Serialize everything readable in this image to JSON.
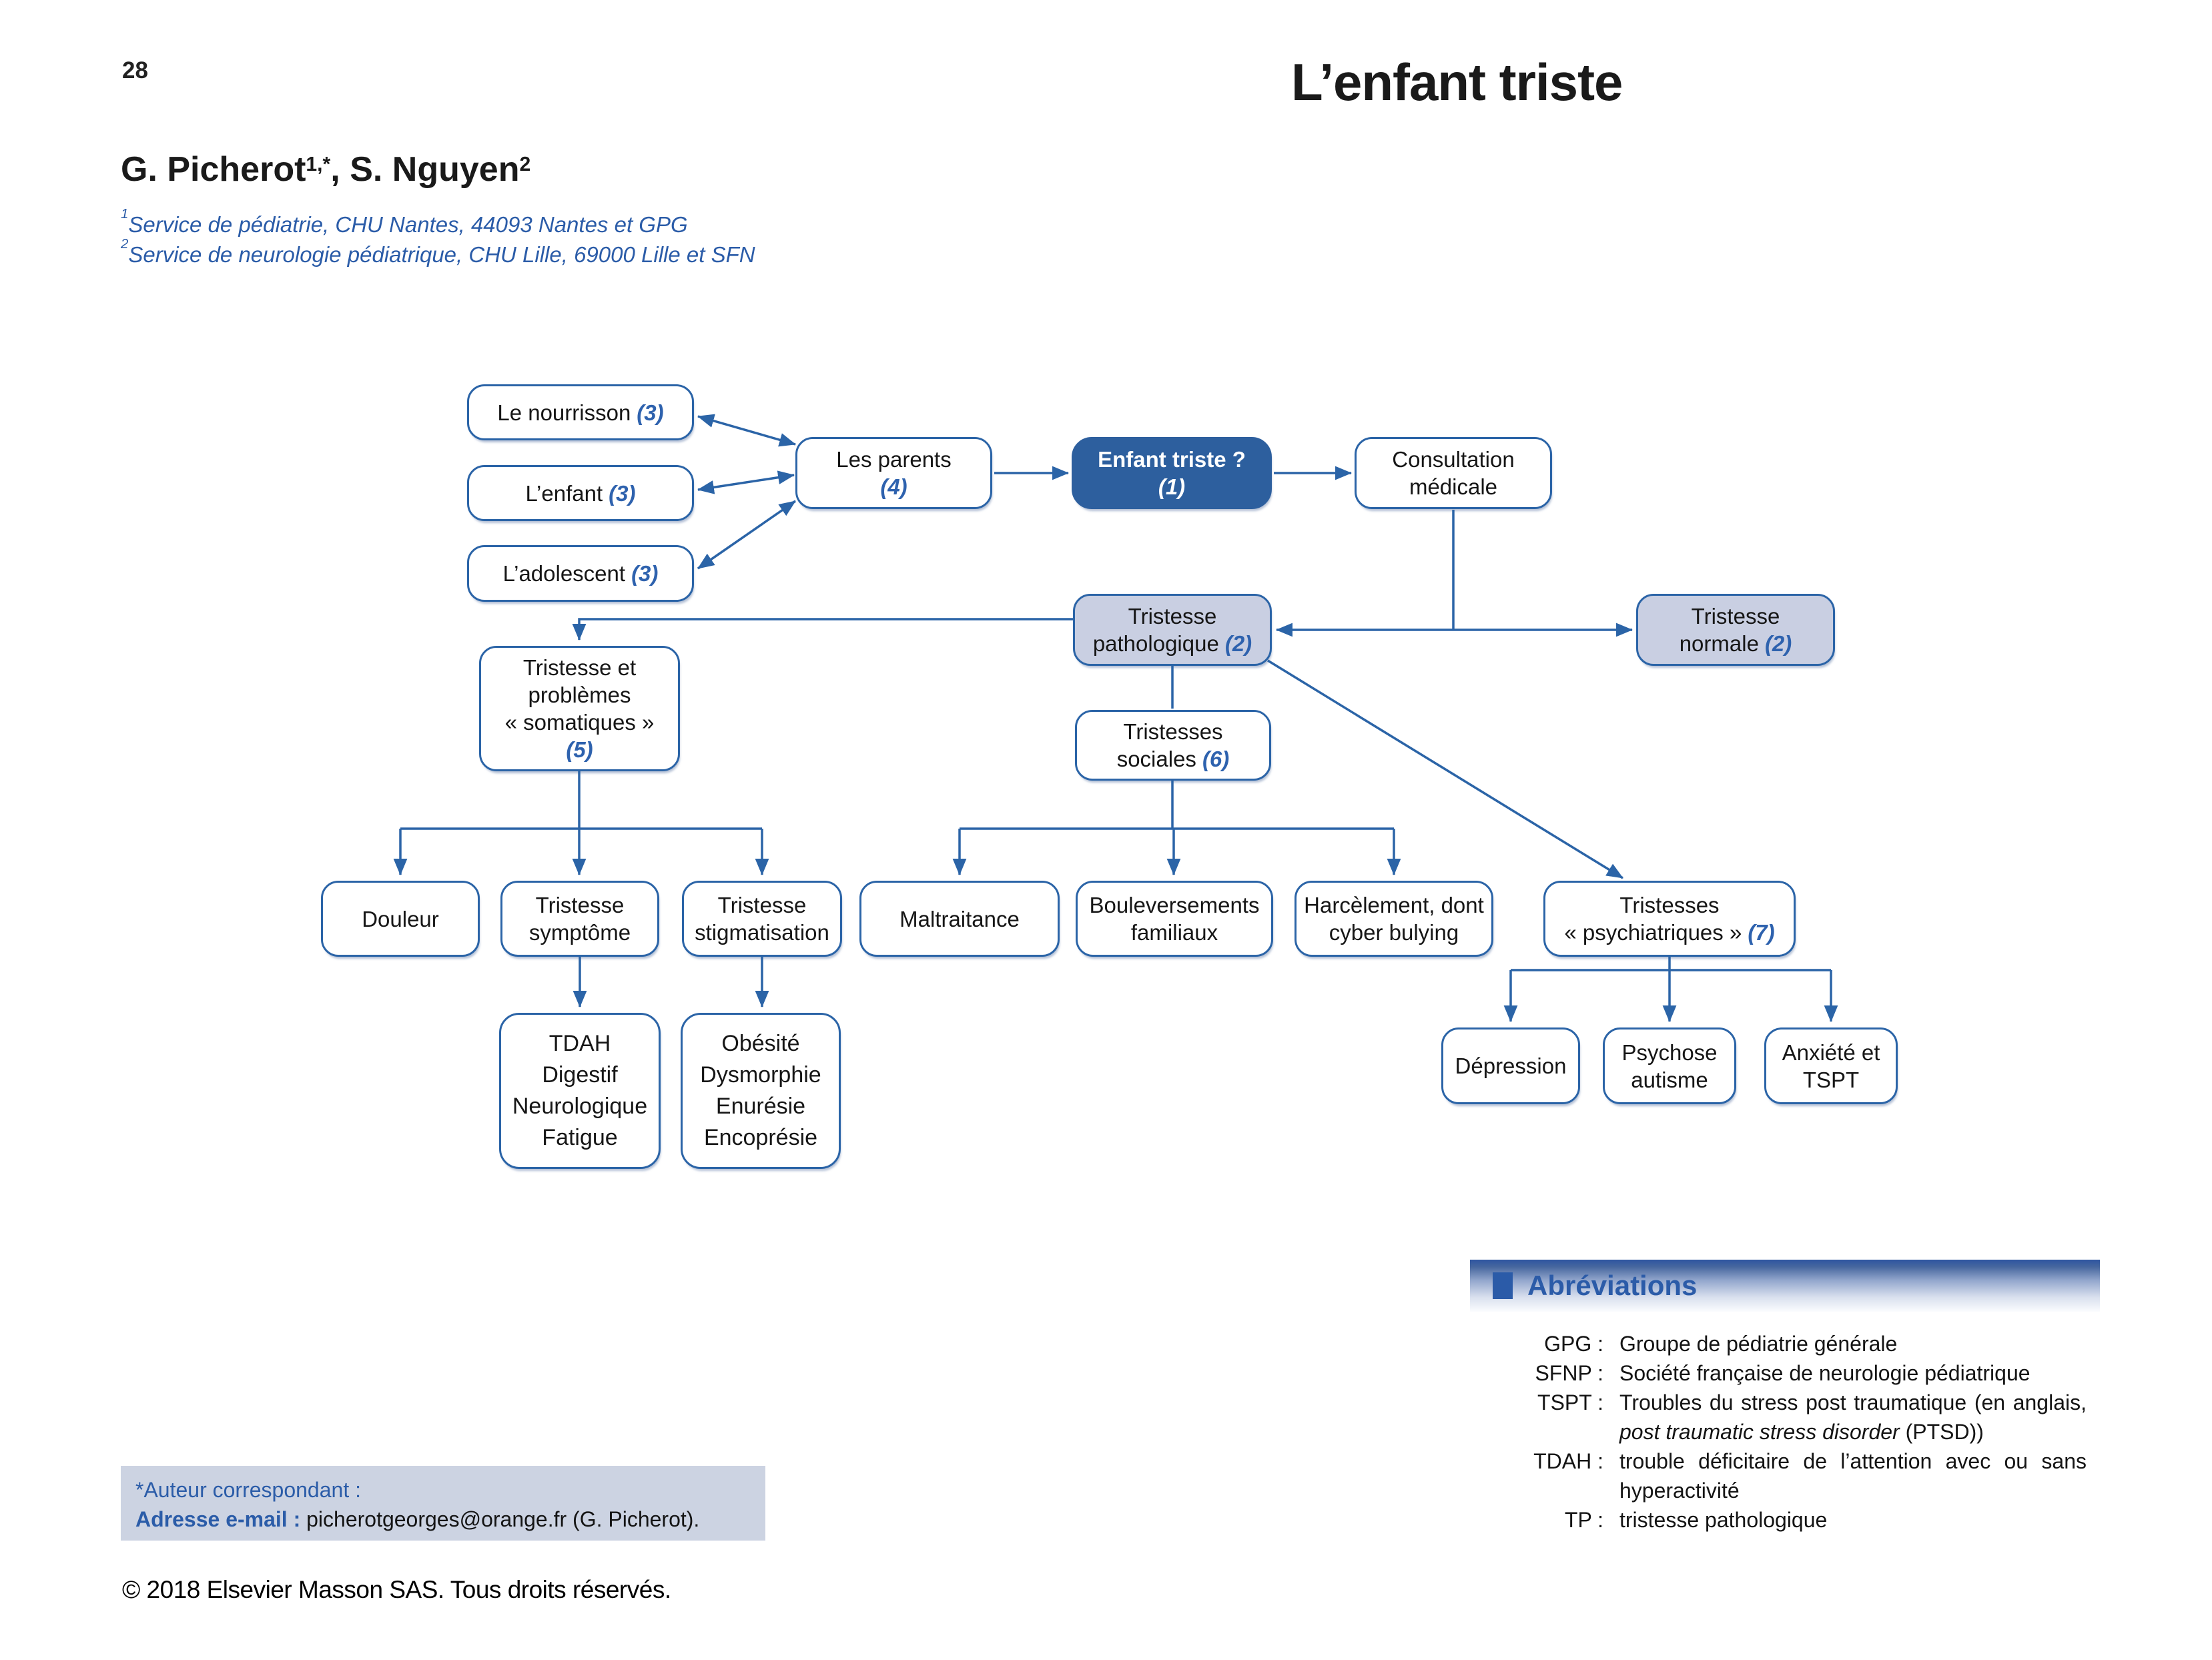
{
  "page": {
    "page_number": "28",
    "title": "L’enfant triste",
    "authors": {
      "name1": "G. Picherot",
      "sup1": "1,*",
      "separator": ", ",
      "name2": "S. Nguyen",
      "sup2": "2"
    },
    "affiliations": [
      {
        "sup": "1",
        "text": "Service de pédiatrie, CHU Nantes, 44093 Nantes et GPG"
      },
      {
        "sup": "2",
        "text": "Service de neurologie pédiatrique, CHU Lille, 69000 Lille et SFN"
      }
    ],
    "copyright": "© 2018 Elsevier Masson SAS. Tous droits réservés."
  },
  "diagram": {
    "nodes": {
      "nourrisson": {
        "text": "Le nourrisson",
        "num": "(3)"
      },
      "enfant": {
        "text": "L’enfant",
        "num": "(3)"
      },
      "adolescent": {
        "text": "L’adolescent",
        "num": "(3)"
      },
      "parents": {
        "line1": "Les parents",
        "num": "(4)"
      },
      "enfant_triste": {
        "line1": "Enfant triste ?",
        "num": "(1)"
      },
      "consultation": {
        "line1": "Consultation",
        "line2": "médicale"
      },
      "pathologique": {
        "line1": "Tristesse",
        "line2": "pathologique",
        "num": "(2)"
      },
      "normale": {
        "line1": "Tristesse",
        "line2": "normale",
        "num": "(2)"
      },
      "somatiques": {
        "line1": "Tristesse et",
        "line2": "problèmes",
        "line3": "« somatiques »",
        "num": "(5)"
      },
      "sociales": {
        "line1": "Tristesses",
        "line2": "sociales",
        "num": "(6)"
      },
      "douleur": {
        "line1": "Douleur"
      },
      "symptome": {
        "line1": "Tristesse",
        "line2": "symptôme"
      },
      "stigmatisation": {
        "line1": "Tristesse",
        "line2": "stigmatisation"
      },
      "maltraitance": {
        "line1": "Maltraitance"
      },
      "bouleversements": {
        "line1": "Bouleversements",
        "line2": "familiaux"
      },
      "harcelement": {
        "line1": "Harcèlement, dont",
        "line2": "cyber bulying"
      },
      "psychiatriques": {
        "line1": "Tristesses",
        "line2": "« psychiatriques »",
        "num": "(7)"
      },
      "tdah": {
        "line1": "TDAH",
        "line2": "Digestif",
        "line3": "Neurologique",
        "line4": "Fatigue"
      },
      "obesite": {
        "line1": "Obésité",
        "line2": "Dysmorphie",
        "line3": "Enurésie",
        "line4": "Encoprésie"
      },
      "depression": {
        "line1": "Dépression"
      },
      "psychose": {
        "line1": "Psychose",
        "line2": "autisme"
      },
      "anxiete": {
        "line1": "Anxiété et",
        "line2": "TSPT"
      }
    }
  },
  "abbreviations": {
    "title": "Abréviations",
    "items": [
      {
        "abbr": "GPG :",
        "def": "Groupe de pédiatrie générale"
      },
      {
        "abbr": "SFNP :",
        "def": "Société française de neurologie pédiatrique"
      },
      {
        "abbr": "TSPT :",
        "def_part1": "Troubles du stress post traumatique (en anglais, ",
        "def_italic": "post traumatic stress disorder",
        "def_part2": " (PTSD))"
      },
      {
        "abbr": "TDAH :",
        "def": "trouble déficitaire de l’attention avec ou sans hyperactivité"
      },
      {
        "abbr": "TP :",
        "def": "tristesse pathologique"
      }
    ]
  },
  "correspondence": {
    "line1": "*Auteur correspondant :",
    "email_label": "Adresse e-mail :",
    "email_value": " picherotgeorges@orange.fr (G. Picherot)."
  },
  "colors": {
    "accent_blue": "#2b64a7",
    "dark_node_fill": "#2d5f9e",
    "light_node_fill": "#c9cfe2",
    "blue_text": "#2b5ca8",
    "correspondence_bg": "#ccd3e2"
  }
}
